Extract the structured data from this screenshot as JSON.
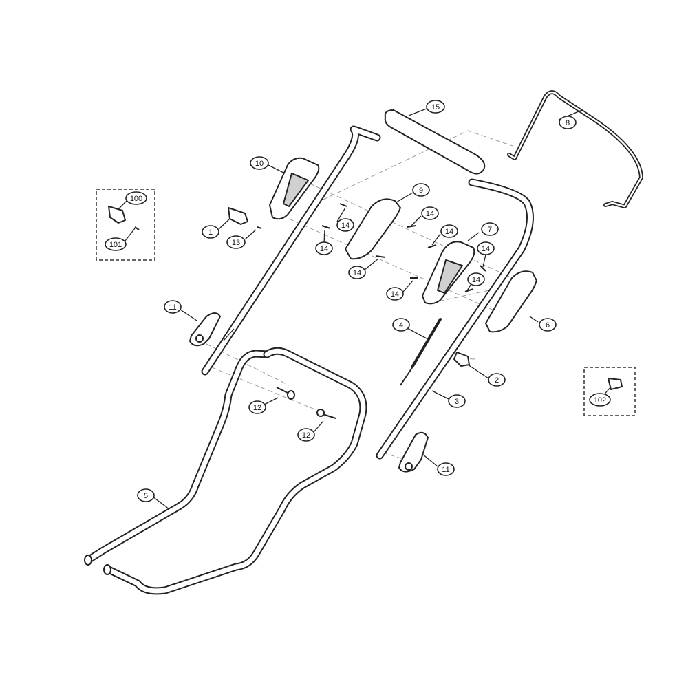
{
  "colors": {
    "ink": "#222222",
    "shade": "#d0d0d0",
    "paper": "#ffffff",
    "guide": "#999999"
  },
  "callouts": [
    {
      "id": "c100",
      "label": "100"
    },
    {
      "id": "c101",
      "label": "101"
    },
    {
      "id": "c1",
      "label": "1"
    },
    {
      "id": "c13",
      "label": "13"
    },
    {
      "id": "c10",
      "label": "10"
    },
    {
      "id": "c15",
      "label": "15"
    },
    {
      "id": "c8",
      "label": "8"
    },
    {
      "id": "c9",
      "label": "9"
    },
    {
      "id": "c14a",
      "label": "14"
    },
    {
      "id": "c14b",
      "label": "14"
    },
    {
      "id": "c14c",
      "label": "14"
    },
    {
      "id": "c14d",
      "label": "14"
    },
    {
      "id": "c14e",
      "label": "14"
    },
    {
      "id": "c14f",
      "label": "14"
    },
    {
      "id": "c14g",
      "label": "14"
    },
    {
      "id": "c14h",
      "label": "14"
    },
    {
      "id": "c7",
      "label": "7"
    },
    {
      "id": "c6",
      "label": "6"
    },
    {
      "id": "c11a",
      "label": "11"
    },
    {
      "id": "c4",
      "label": "4"
    },
    {
      "id": "c2",
      "label": "2"
    },
    {
      "id": "c3",
      "label": "3"
    },
    {
      "id": "c102",
      "label": "102"
    },
    {
      "id": "c12a",
      "label": "12"
    },
    {
      "id": "c12b",
      "label": "12"
    },
    {
      "id": "c11b",
      "label": "11"
    },
    {
      "id": "c5",
      "label": "5"
    }
  ]
}
